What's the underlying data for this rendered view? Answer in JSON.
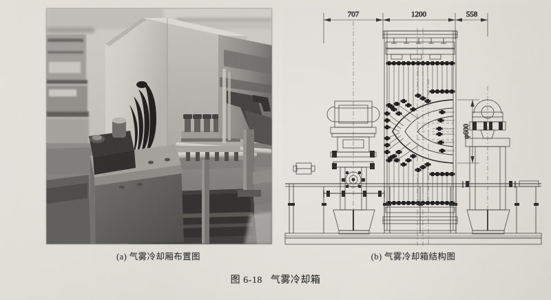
{
  "page": {
    "background_color": "#dedbd4",
    "ink_color": "#2b2b2b"
  },
  "figure": {
    "number_label": "图 6-18",
    "title": "气雾冷却箱",
    "subfigures": [
      {
        "key": "a",
        "caption": "(a) 气雾冷却厢布置图",
        "kind": "photograph",
        "description_name": "air-mist-cooling-chamber-layout-photo"
      },
      {
        "key": "b",
        "caption": "(b) 气雾冷却箱结构图",
        "kind": "line-drawing",
        "description_name": "air-mist-cooling-box-structure-drawing"
      }
    ]
  },
  "drawing": {
    "dimensions": {
      "horizontal": [
        {
          "label": "707"
        },
        {
          "label": "1200"
        },
        {
          "label": "558"
        }
      ],
      "vertical": [
        {
          "label": "φ600"
        }
      ]
    }
  }
}
